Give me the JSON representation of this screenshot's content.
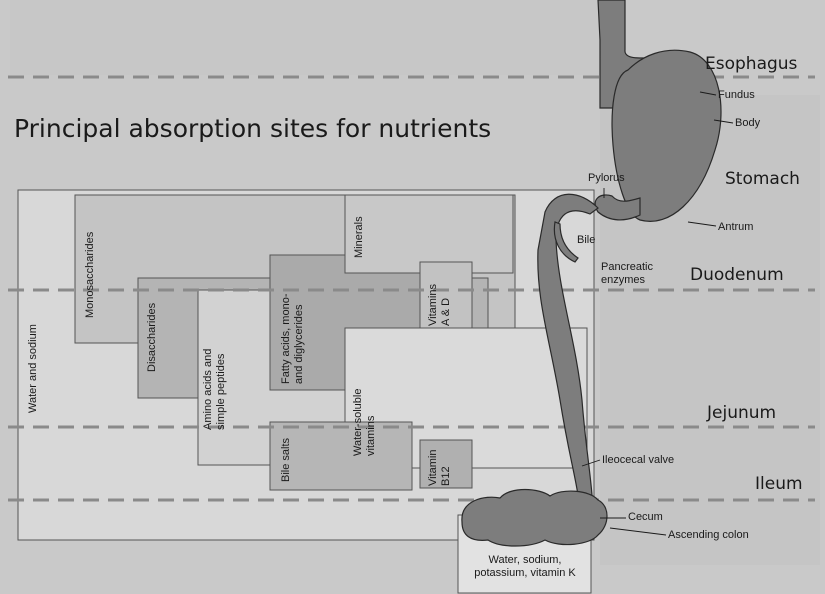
{
  "title": "Principal absorption sites for nutrients",
  "regions": {
    "esophagus": "Esophagus",
    "stomach": "Stomach",
    "duodenum": "Duodenum",
    "jejunum": "Jejunum",
    "ileum": "Ileum"
  },
  "anatomy": {
    "fundus": "Fundus",
    "body": "Body",
    "antrum": "Antrum",
    "pylorus": "Pylorus",
    "bile": "Bile",
    "pancreatic_enzymes": "Pancreatic\nenzymes",
    "ileocecal_valve": "Ileocecal valve",
    "cecum": "Cecum",
    "ascending_colon": "Ascending colon"
  },
  "nutrients": {
    "water_sodium": "Water and sodium",
    "monosaccharides": "Monosaccharides",
    "disaccharides": "Disaccharides",
    "amino_acids": "Amino acids and\nsimple peptides",
    "fatty_acids": "Fatty acids, mono-\nand diglycerides",
    "bile_salts": "Bile salts",
    "minerals": "Minerals",
    "water_soluble_vitamins": "Water-soluble\nvitamins",
    "vitamins_ad": "Vitamins\nA & D",
    "vitamin_b12": "Vitamin\nB12",
    "colon_absorption": "Water, sodium,\npotassium, vitamin K"
  },
  "colors": {
    "page_background": "#c9c9c9",
    "organ_fill": "#7d7d7d",
    "box_light": "#dcdcdc",
    "box_mid": "#bdbdbd",
    "box_dark": "#aeaeae",
    "dash_line": "#8a8a8a"
  }
}
